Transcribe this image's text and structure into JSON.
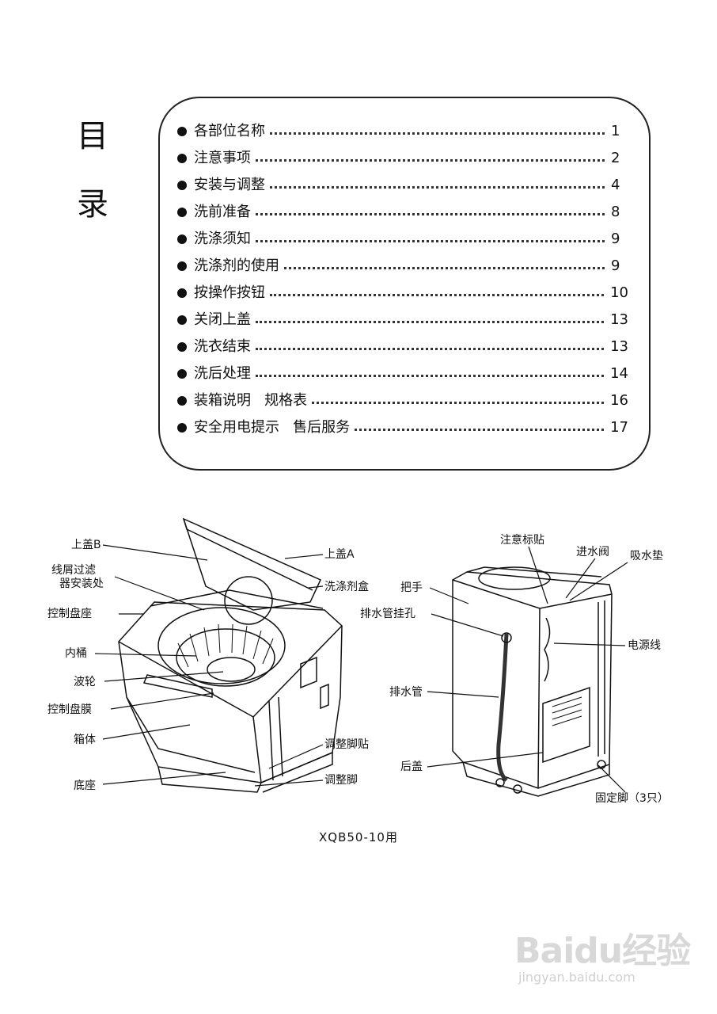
{
  "title": [
    "目",
    "录"
  ],
  "toc": [
    {
      "label": "各部位名称",
      "page": "1"
    },
    {
      "label": "注意事项",
      "page": "2"
    },
    {
      "label": "安装与调整",
      "page": "4"
    },
    {
      "label": "洗前准备",
      "page": "8"
    },
    {
      "label": "洗涤须知",
      "page": "9"
    },
    {
      "label": "洗涤剂的使用",
      "page": "9"
    },
    {
      "label": "按操作按钮",
      "page": "10"
    },
    {
      "label": "关闭上盖",
      "page": "13"
    },
    {
      "label": "洗衣结束",
      "page": "13"
    },
    {
      "label": "洗后处理",
      "page": "14"
    },
    {
      "label": "装箱说明   规格表",
      "page": "16"
    },
    {
      "label": "安全用电提示   售后服务",
      "page": "17"
    }
  ],
  "left_labels": {
    "lid_b": "上盖B",
    "lint_filter_1": "线屑过滤",
    "lint_filter_2": "器安装处",
    "control_base": "控制盘座",
    "inner_tub": "内桶",
    "pulsator": "波轮",
    "control_film": "控制盘膜",
    "cabinet": "箱体",
    "base": "底座",
    "lid_a": "上盖A",
    "detergent_box": "洗涤剂盒",
    "foot_sticker": "调整脚贴",
    "adjust_foot": "调整脚"
  },
  "right_labels": {
    "caution_sticker": "注意标贴",
    "inlet_valve": "进水阀",
    "absorb_pad": "吸水垫",
    "handle": "把手",
    "drain_hook": "排水管挂孔",
    "power_cord": "电源线",
    "drain_hose": "排水管",
    "rear_cover": "后盖",
    "fixed_feet": "固定脚（3只）"
  },
  "caption": "XQB50-10用",
  "watermark": {
    "brand": "Baidu经验",
    "url": "jingyan.baidu.com"
  }
}
